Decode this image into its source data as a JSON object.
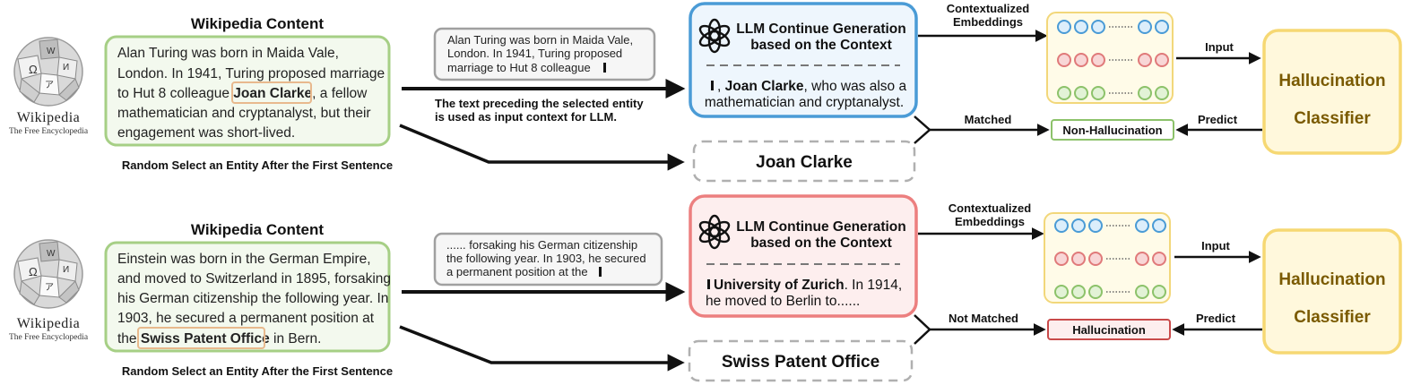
{
  "colors": {
    "wiki_border": "#a6cf85",
    "wiki_fill": "#f3f9ee",
    "entity_border": "#e8b98d",
    "context_border": "#a0a0a0",
    "context_fill": "#f6f6f6",
    "llm_top_border": "#4a9bd6",
    "llm_top_fill": "#eef6fd",
    "llm_bottom_border": "#ec7f7f",
    "llm_bottom_fill": "#fdeeee",
    "entity_box_border": "#b0b0b0",
    "emb_border": "#f2d77a",
    "emb_fill": "#fffbe8",
    "dot_blue": "#4a9bd6",
    "dot_red": "#e07a7a",
    "dot_green": "#8cc26a",
    "result_good_border": "#8cc26a",
    "result_bad_border": "#c94a4a",
    "result_bad_fill": "#fdeeee",
    "classifier_border": "#f6d873",
    "classifier_fill": "#fff8dc",
    "classifier_text": "#7a5a00"
  },
  "icons": {
    "wikipedia": "wikipedia-globe-icon",
    "llm": "openai-logo-icon"
  },
  "wikipedia_logo": {
    "name": "Wikipedia",
    "tagline": "The Free Encyclopedia"
  },
  "top": {
    "wiki_title": "Wikipedia Content",
    "content_lines": [
      "Alan Turing was born in Maida Vale,",
      "London. In 1941, Turing proposed marriage",
      "to Hut 8 colleague ",
      "mathematician and cryptanalyst, but their",
      "engagement was short-lived."
    ],
    "content_entity": "Joan Clarke",
    "content_after_entity": ", a fellow",
    "select_caption": "Random Select an Entity After the First Sentence",
    "context_lines": [
      "Alan Turing was born in Maida Vale,",
      "London. In 1941, Turing proposed",
      "marriage to Hut 8 colleague"
    ],
    "context_note_lines": [
      "The text preceding the selected entity",
      "is used as input context for LLM."
    ],
    "llm_title_lines": [
      "LLM Continue Generation",
      "based on the Context"
    ],
    "gen_entity": "Joan Clarke",
    "gen_line1_prefix": ", ",
    "gen_line1_suffix": ", who was also a",
    "gen_line2": "mathematician and cryptanalyst.",
    "entity_box": "Joan Clarke",
    "emb_label_lines": [
      "Contextualized",
      "Embeddings"
    ],
    "input_label": "Input",
    "match_label": "Matched",
    "predict_label": "Predict",
    "result": "Non-Hallucination",
    "classifier_lines": [
      "Hallucination",
      "Classifier"
    ]
  },
  "bottom": {
    "wiki_title": "Wikipedia Content",
    "content_lines": [
      "Einstein was born in the German Empire,",
      "and moved to Switzerland in 1895, forsaking",
      "his German citizenship the following year. In",
      "1903, he secured a permanent position at",
      "the "
    ],
    "content_entity": "Swiss Patent Office",
    "content_after_entity": " in Bern.",
    "select_caption": "Random Select an Entity After the First Sentence",
    "context_lines": [
      "...... forsaking his German citizenship",
      "the following year. In 1903, he secured",
      "a permanent position at the"
    ],
    "llm_title_lines": [
      "LLM Continue Generation",
      "based on the Context"
    ],
    "gen_entity": "University of Zurich",
    "gen_line1_suffix": ". In 1914,",
    "gen_line2": "he moved to Berlin to......",
    "entity_box": "Swiss Patent Office",
    "emb_label_lines": [
      "Contextualized",
      "Embeddings"
    ],
    "input_label": "Input",
    "match_label": "Not Matched",
    "predict_label": "Predict",
    "result": "Hallucination",
    "classifier_lines": [
      "Hallucination",
      "Classifier"
    ]
  }
}
